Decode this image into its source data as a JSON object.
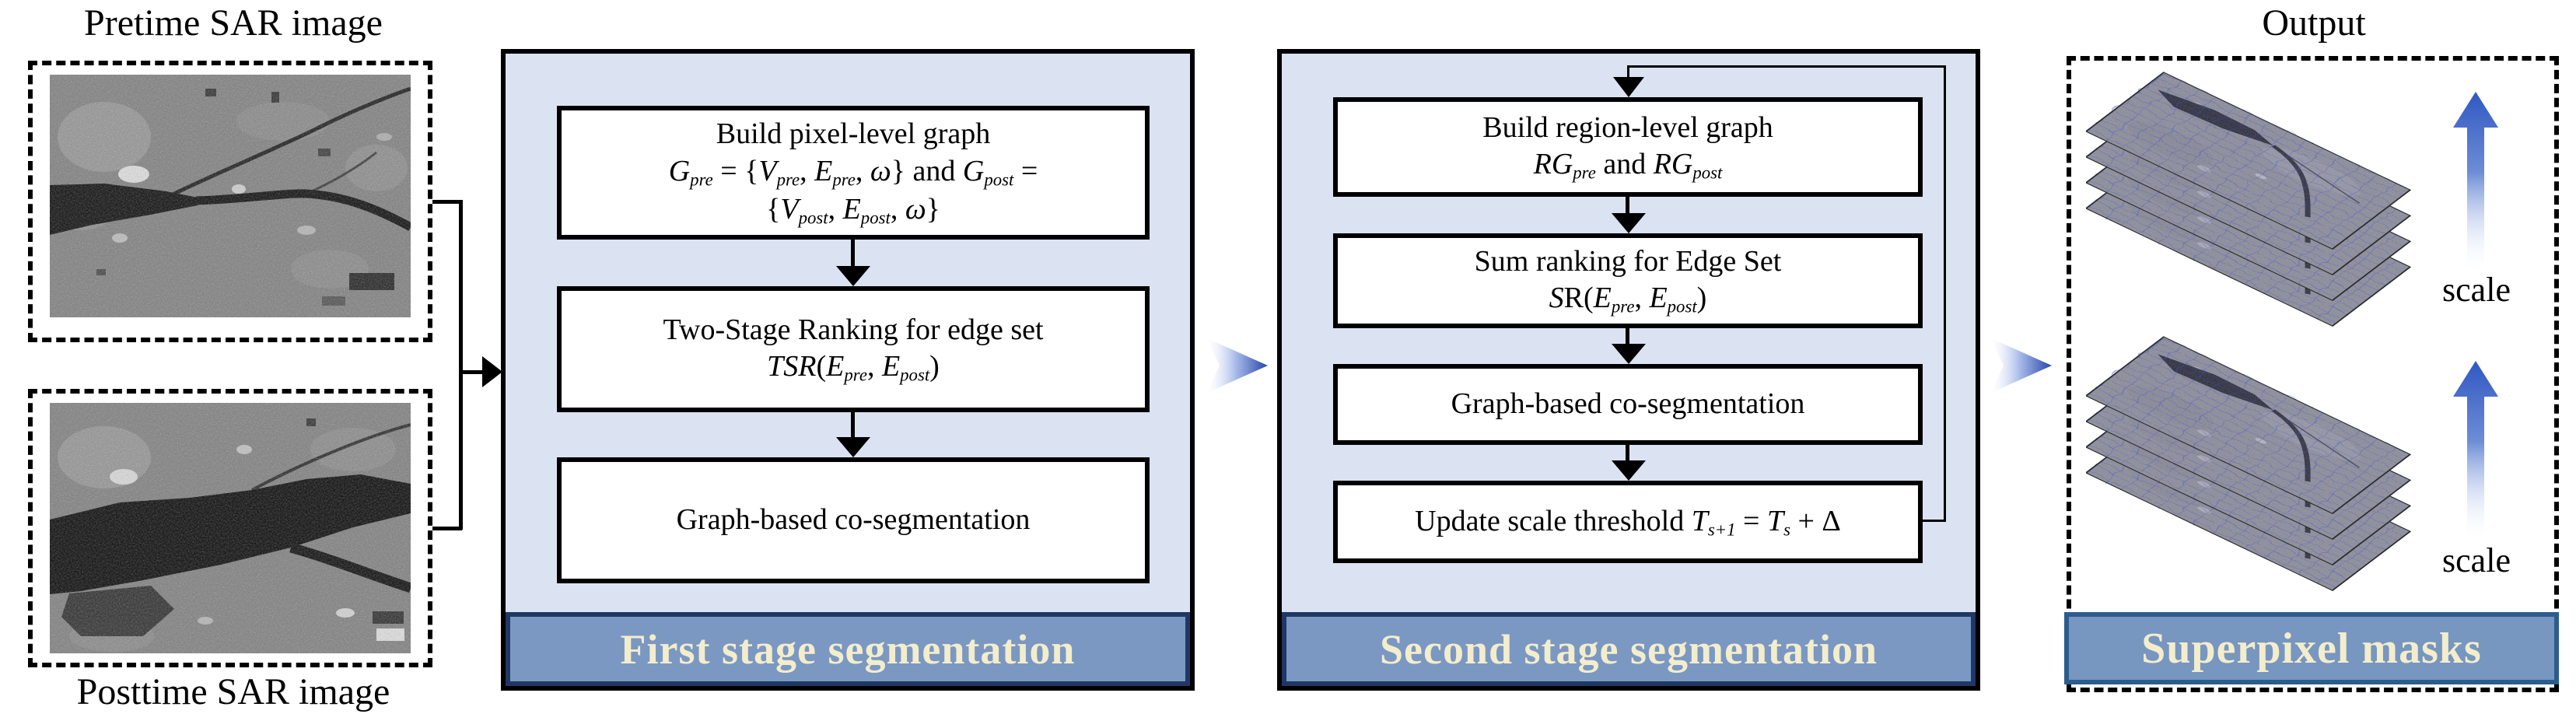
{
  "input": {
    "pretime_label": "Pretime SAR image",
    "posttime_label": "Posttime SAR image"
  },
  "stage1": {
    "banner": "First stage segmentation",
    "box_build_graph": {
      "line1": [
        [
          "Build pixel-level graph",
          ""
        ]
      ],
      "line2": [
        [
          "G",
          "i"
        ],
        [
          "pre",
          "is"
        ],
        [
          " = {",
          ""
        ],
        [
          "V",
          "i"
        ],
        [
          "pre",
          "is"
        ],
        [
          ", ",
          ""
        ],
        [
          "E",
          "i"
        ],
        [
          "pre",
          "is"
        ],
        [
          ", ",
          ""
        ],
        [
          "ω",
          "i"
        ],
        [
          "} and ",
          ""
        ],
        [
          "G",
          "i"
        ],
        [
          "post",
          "is"
        ],
        [
          " =",
          ""
        ]
      ],
      "line3": [
        [
          "{",
          ""
        ],
        [
          "V",
          "i"
        ],
        [
          "post",
          "is"
        ],
        [
          ", ",
          ""
        ],
        [
          "E",
          "i"
        ],
        [
          "post",
          "is"
        ],
        [
          ", ",
          ""
        ],
        [
          "ω",
          "i"
        ],
        [
          "}",
          ""
        ]
      ]
    },
    "box_ranking": {
      "line1": [
        [
          "Two-Stage Ranking for edge set",
          ""
        ]
      ],
      "line2": [
        [
          "TSR",
          "i"
        ],
        [
          "(",
          ""
        ],
        [
          "E",
          "i"
        ],
        [
          "pre",
          "is"
        ],
        [
          ", ",
          ""
        ],
        [
          "E",
          "i"
        ],
        [
          "post",
          "is"
        ],
        [
          ")",
          ""
        ]
      ]
    },
    "box_coseg": {
      "line1": [
        [
          "Graph-based co-segmentation",
          ""
        ]
      ]
    }
  },
  "stage2": {
    "banner": "Second stage segmentation",
    "box_build_graph": {
      "line1": [
        [
          "Build region-level graph",
          ""
        ]
      ],
      "line2": [
        [
          "RG",
          "i"
        ],
        [
          "pre",
          "is"
        ],
        [
          " and ",
          ""
        ],
        [
          "RG",
          "i"
        ],
        [
          "post",
          "is"
        ]
      ]
    },
    "box_ranking": {
      "line1": [
        [
          "Sum ranking for Edge Set",
          ""
        ]
      ],
      "line2": [
        [
          "S",
          "i"
        ],
        [
          "R(",
          ""
        ],
        [
          "E",
          "i"
        ],
        [
          "pre",
          "is"
        ],
        [
          ", ",
          ""
        ],
        [
          "E",
          "i"
        ],
        [
          "post",
          "is"
        ],
        [
          ")",
          ""
        ]
      ]
    },
    "box_coseg": {
      "line1": [
        [
          "Graph-based co-segmentation",
          ""
        ]
      ]
    },
    "box_update": {
      "line1": [
        [
          "Update scale threshold ",
          ""
        ],
        [
          "T",
          "i"
        ],
        [
          "s+1",
          "is"
        ],
        [
          " = ",
          ""
        ],
        [
          "T",
          "i"
        ],
        [
          "s",
          "is"
        ],
        [
          " + Δ",
          ""
        ]
      ]
    }
  },
  "output": {
    "title": "Output",
    "banner": "Superpixel masks",
    "scale_label_top": "scale",
    "scale_label_bottom": "scale"
  },
  "colors": {
    "stage_panel_fill": "#dbe3f2",
    "banner_fill": "#7b98c3",
    "banner_border": "#1f3864",
    "banner_text": "#f3edcc",
    "output_banner_fill": "#7796c0",
    "output_banner_border": "#2b5c8e",
    "chevron_blue": "#2846ae",
    "scale_arrow_blue": "#3058c2",
    "flow_line": "#000000"
  }
}
